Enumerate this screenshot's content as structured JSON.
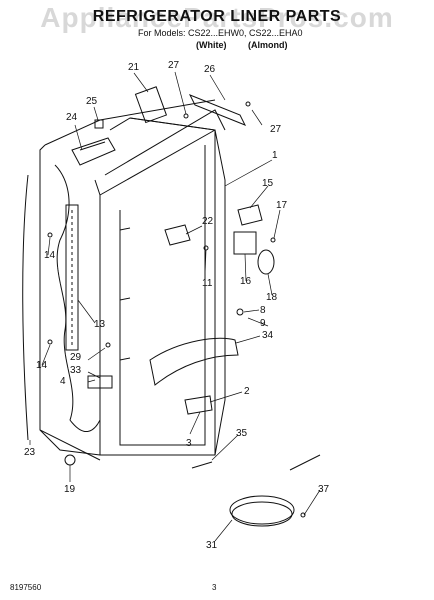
{
  "header": {
    "watermark": "AppliancePartsPros.com",
    "title": "REFRIGERATOR LINER PARTS",
    "models_line": "For Models: CS22...EHW0, CS22...EHA0",
    "variant_white": "(White)",
    "variant_almond": "(Almond)"
  },
  "callouts": {
    "c1": "1",
    "c2": "2",
    "c3": "3",
    "c4": "4",
    "c8": "8",
    "c9": "9",
    "c11": "11",
    "c13": "13",
    "c14a": "14",
    "c14b": "14",
    "c15": "15",
    "c16": "16",
    "c17": "17",
    "c18": "18",
    "c19": "19",
    "c21": "21",
    "c22": "22",
    "c23": "23",
    "c24": "24",
    "c25": "25",
    "c26": "26",
    "c27a": "27",
    "c27b": "27",
    "c29": "29",
    "c31": "31",
    "c33": "33",
    "c34": "34",
    "c35": "35",
    "c37": "37"
  },
  "footer": {
    "doc_number": "8197560",
    "page_number": "3"
  }
}
